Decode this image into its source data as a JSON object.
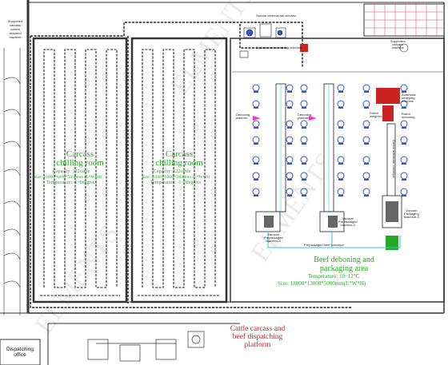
{
  "labels": {
    "supported_machine": [
      "Supported",
      "carcass",
      "cutters",
      "descend",
      "machine"
    ],
    "chilling_room_1": {
      "title": [
        "Carcass",
        "chilling room"
      ],
      "capacity": "Capacity: 122cattle",
      "size": "Size: 16000*6000*5000mm (L*W*H)",
      "temp": "Temperature: -1~0degrees"
    },
    "chilling_room_2": {
      "title": [
        "Carcass",
        "chilling room"
      ],
      "capacity": "Capacity: 122cattle",
      "size": "Size: 16000*6000*5000mm (L*W*H)",
      "temp": "Temperature: -1~0degrees"
    },
    "deboning_area": {
      "title": [
        "Beef deboning and",
        "packaging area"
      ],
      "temp": "Temperature: 10~12℃",
      "size": "Size: 18000*13000*5000mm(L*W*H)"
    },
    "dispatch_platform": [
      "Cattle carcass and",
      "beef dispatching",
      "platform"
    ],
    "dispatching_office": [
      "Dispatching",
      "office"
    ],
    "conveyor": "Prepackaged beef conveyor",
    "vacuum_1": [
      "Vacuum",
      "Prepackaged",
      "machine-1"
    ],
    "vacuum_2": [
      "Vacuum",
      "Prepackaged",
      "machine-2"
    ],
    "vacuum_3": [
      "Vacuum",
      "Packaging",
      "machine-3"
    ],
    "deboning_platform_1": [
      "Deboning",
      "platform"
    ],
    "deboning_platform_2": [
      "Deboning",
      "platform"
    ],
    "auto_strapping": [
      "Automatic",
      "strapping",
      "machine"
    ],
    "robot_weight": [
      "Robot",
      "weighter"
    ],
    "robot_deboning": [
      "Robot",
      "deboning"
    ],
    "carton_conveyor": "Carton automatic conveyor",
    "ventilation_1": "Special external-rail elevator",
    "ventilation_2": "Special external sliding machine",
    "balcony": [
      "Supported",
      "carcass",
      "machine"
    ],
    "watermark": "ELMENTS"
  },
  "colors": {
    "wall": "#333333",
    "rail": "#222222",
    "green": "#22aa22",
    "red": "#cc2222",
    "blue": "#3355cc",
    "cyan": "#22cccc",
    "pink": "#ff33cc",
    "hatch": "#dd4466"
  }
}
